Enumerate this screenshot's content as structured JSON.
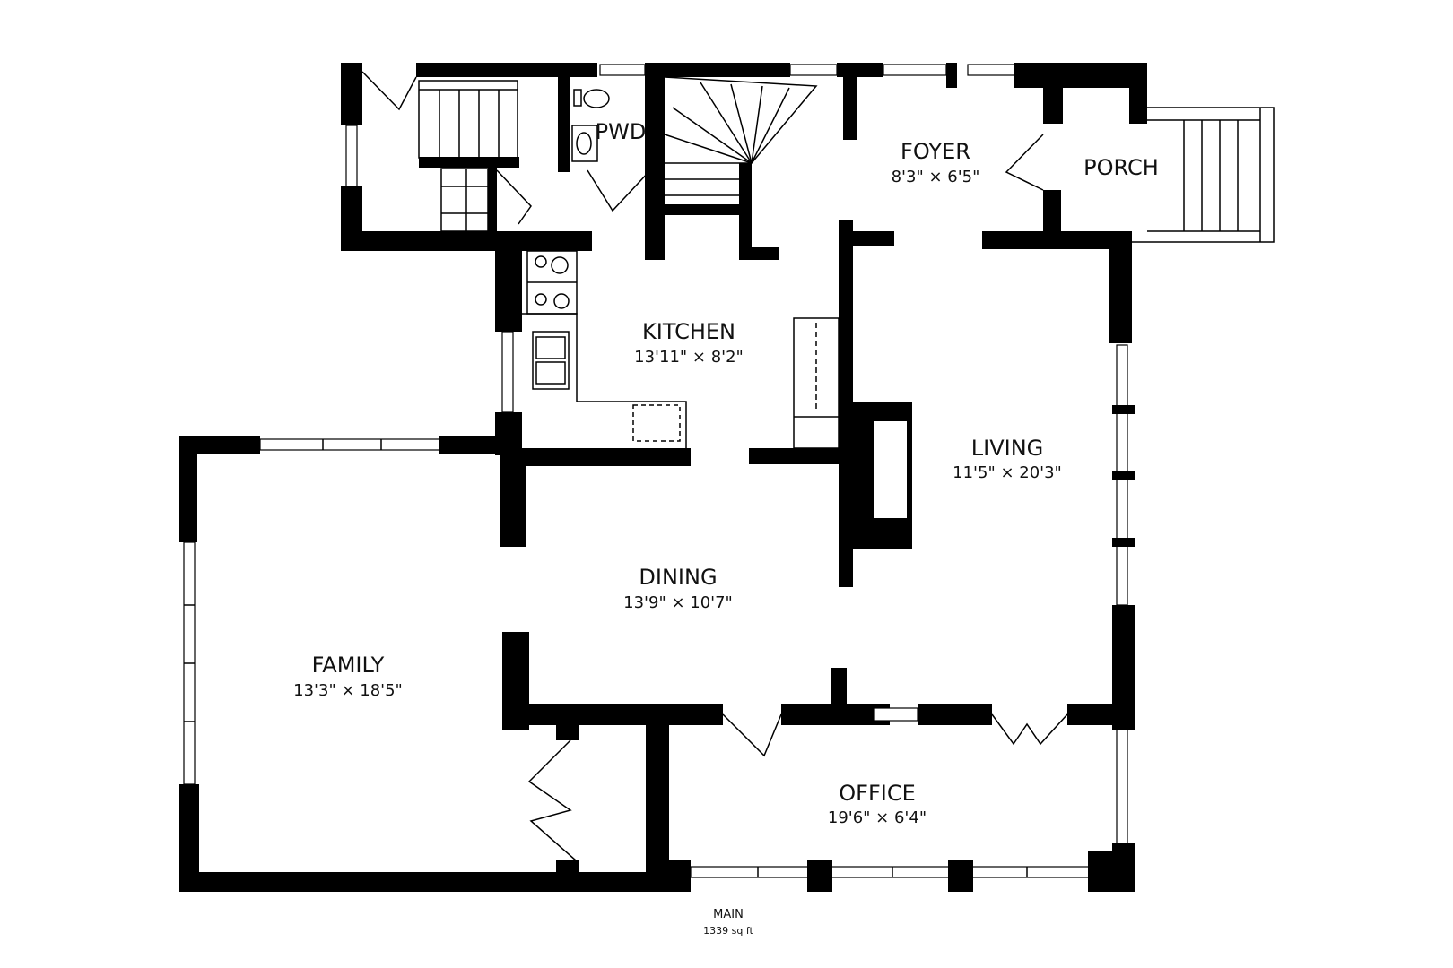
{
  "floor": {
    "name": "MAIN",
    "area": "1339 sq ft"
  },
  "rooms": {
    "pwd": {
      "name": "PWD"
    },
    "foyer": {
      "name": "FOYER",
      "dims": "8'3\" × 6'5\""
    },
    "porch": {
      "name": "PORCH"
    },
    "kitchen": {
      "name": "KITCHEN",
      "dims": "13'11\" × 8'2\""
    },
    "living": {
      "name": "LIVING",
      "dims": "11'5\" × 20'3\""
    },
    "dining": {
      "name": "DINING",
      "dims": "13'9\" × 10'7\""
    },
    "family": {
      "name": "FAMILY",
      "dims": "13'3\" × 18'5\""
    },
    "office": {
      "name": "OFFICE",
      "dims": "19'6\" × 6'4\""
    }
  },
  "colors": {
    "wall": "#000000",
    "background": "#ffffff"
  }
}
